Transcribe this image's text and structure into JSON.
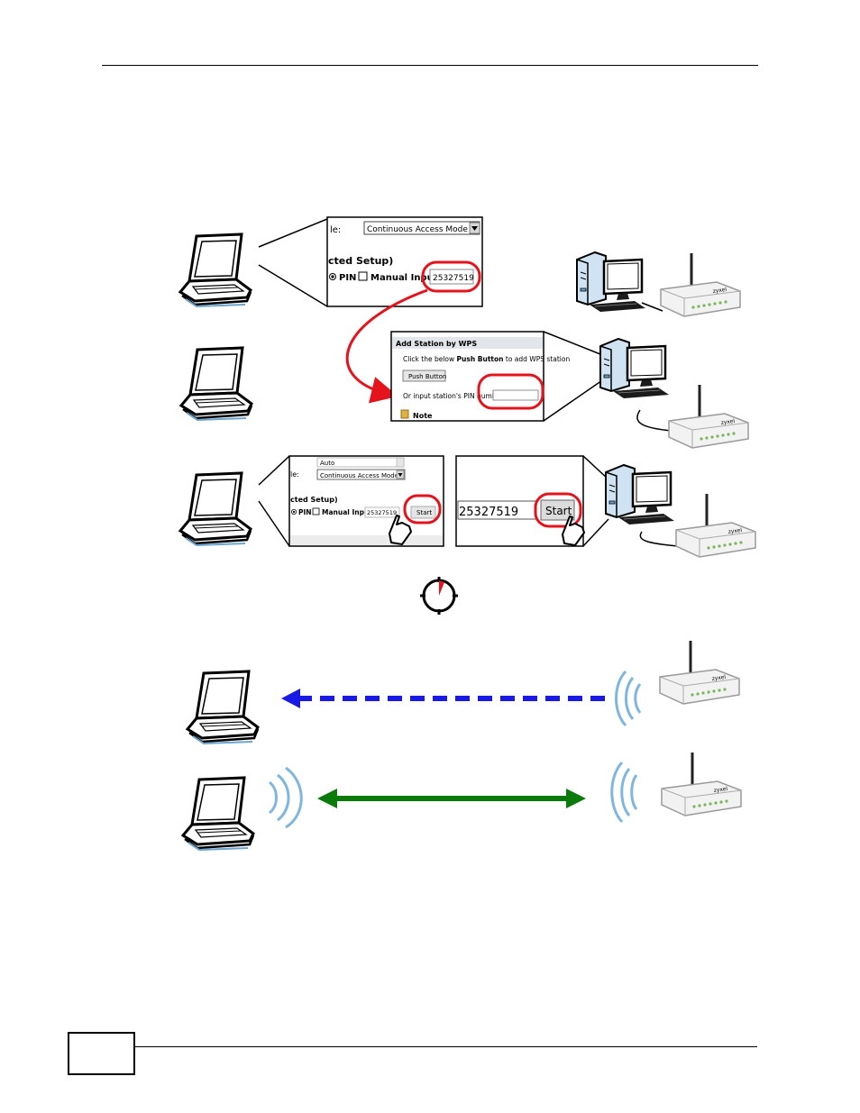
{
  "figure": {
    "panel1": {
      "mode_label": "le:",
      "mode_value": "Continuous Access Mode",
      "setup_label": "cted Setup)",
      "pin_label": "PIN",
      "manual_input_label": "Manual Input",
      "pin_value": "25327519"
    },
    "panel2": {
      "title": "Add Station by WPS",
      "instruction_pre": "Click the below ",
      "instruction_bold": "Push Button",
      "instruction_post": " to add WPS station",
      "push_button_label": "Push Button",
      "pin_field_label": "Or input station's PIN number:",
      "note_label": "Note"
    },
    "panel3": {
      "field_value": "Auto",
      "mode_label": "le:",
      "mode_value": "Continuous Access Mode",
      "setup_label": "cted Setup)",
      "pin_label": "PIN",
      "manual_input_label": "Manual Input",
      "pin_value": "25327519",
      "start_label": "Start"
    },
    "panel4": {
      "pin_value": "25327519",
      "start_label": "Start"
    },
    "router_brand": "zyxel",
    "colors": {
      "highlight": "#e5131b",
      "probe_arrow": "#1a1ae6",
      "connection_arrow": "#0a7a0a",
      "wave": "#7fb6e0"
    },
    "icons": [
      "laptop-icon",
      "desktop-computer-icon",
      "router-icon",
      "timer-icon",
      "cursor-hand-icon",
      "wireless-wave-icon",
      "note-icon"
    ]
  }
}
